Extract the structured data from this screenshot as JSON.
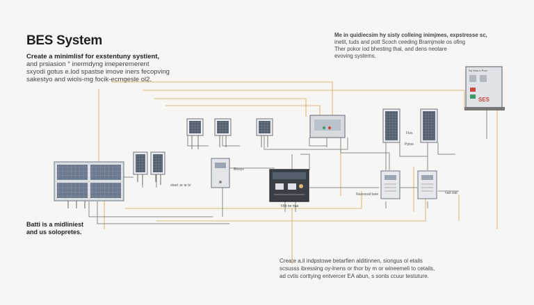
{
  "header": {
    "title": "BES System",
    "intro_lines": [
      "Create a minimlisf for exstentuny systient,",
      "and prsiasion ° inermdyng imeperemerent",
      "sxyodi gotus e.lod spastse imove iners fecopving",
      "sakestyo and wiols-mg focik-ecmgesle ol2."
    ]
  },
  "top_right_note": {
    "lines": [
      "Me in quidiecsim hy sisty colleing inimjmes, expstresse sc,",
      "inetit, tuds and pott Scoch ceeding Bramjmole os ofing",
      "Ther pokor iod bhesting thal, and dens neotare",
      "evoving systems."
    ]
  },
  "bottom_left_note": {
    "lines": [
      "Batti is a midliniest",
      "and us solopretes."
    ]
  },
  "bottom_center_note": {
    "lines": [
      "Create a.il indpstowe betarfien alditinnen, siongus ol etails",
      "scsusss ibressing oy-lnens or thor by m or wineemeli to cetails,",
      "ad cvtis corttying entvercer EA abun, s sonts ccuur testuture."
    ]
  },
  "labels": {
    "mid_block": "Blosys",
    "panel_left_tag": "sbad ,ar ar br",
    "inverter_tag": "Ftld ne rtaa",
    "unit_a_tag": "Nasnsoaf bate",
    "unit_b_tag": "nad olat",
    "solar_tag_1": "Ftss",
    "solar_tag_2": "Pptoe",
    "cabinet_title": "Sa Shrs e Pow",
    "cabinet_badge": "SES"
  },
  "colors": {
    "wire_orange": "#e0b878",
    "wire_gray": "#8a8a8a",
    "panel_blue": "#5b6a80",
    "accent_red": "#c94a3a"
  }
}
